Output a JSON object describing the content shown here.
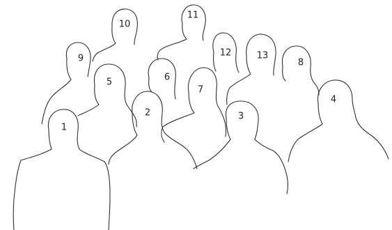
{
  "figure": {
    "figures": [
      {
        "id": "1",
        "label": "1"
      },
      {
        "id": "2",
        "label": "2"
      },
      {
        "id": "3",
        "label": "3"
      },
      {
        "id": "4",
        "label": "4"
      },
      {
        "id": "5",
        "label": "5"
      },
      {
        "id": "6",
        "label": "6"
      },
      {
        "id": "7",
        "label": "7"
      },
      {
        "id": "8",
        "label": "8"
      },
      {
        "id": "9",
        "label": "9"
      },
      {
        "id": "10",
        "label": "10"
      },
      {
        "id": "11",
        "label": "11"
      },
      {
        "id": "12",
        "label": "12"
      },
      {
        "id": "13",
        "label": "13"
      }
    ],
    "line_color": "#2f2f2f",
    "background": "#ffffff"
  }
}
